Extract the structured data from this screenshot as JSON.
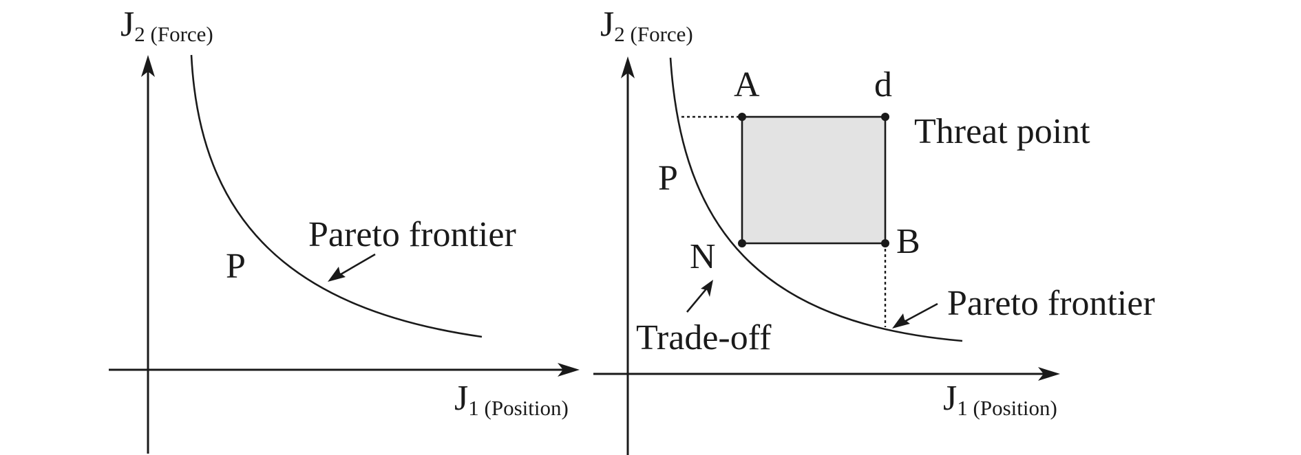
{
  "left_panel": {
    "y_axis_symbol": "J",
    "y_axis_subscript": "2 (Force)",
    "x_axis_symbol": "J",
    "x_axis_subscript": "1 (Position)",
    "region_label": "P",
    "frontier_label": "Pareto frontier"
  },
  "right_panel": {
    "y_axis_symbol": "J",
    "y_axis_subscript": "2 (Force)",
    "x_axis_symbol": "J",
    "x_axis_subscript": "1 (Position)",
    "region_label": "P",
    "point_a": "A",
    "point_d": "d",
    "point_b": "B",
    "point_n": "N",
    "threat_label": "Threat point",
    "tradeoff_label": "Trade-off",
    "frontier_label": "Pareto frontier"
  },
  "colors": {
    "ink": "#1a1a1a",
    "bargaining_region_fill": "#e3e3e3"
  }
}
